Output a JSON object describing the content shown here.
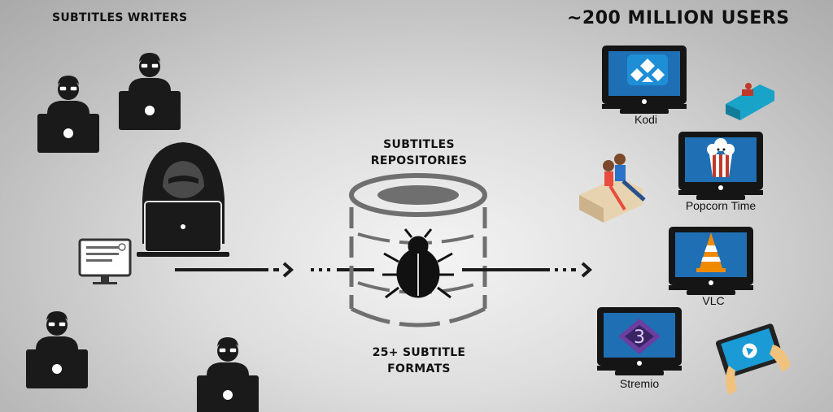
{
  "writers": {
    "title": "SUBTITLES WRITERS"
  },
  "repository": {
    "title_line1": "SUBTITLES",
    "title_line2": "REPOSITORIES",
    "formats_line1": "25+ SUBTITLE",
    "formats_line2": "FORMATS"
  },
  "users": {
    "title": "~200 MILLION USERS"
  },
  "apps": [
    {
      "label": "Kodi",
      "icon": "kodi-icon",
      "color": "#1e8fd6"
    },
    {
      "label": "Popcorn Time",
      "icon": "popcorn-icon",
      "color": "#c0392b"
    },
    {
      "label": "VLC",
      "icon": "vlc-cone-icon",
      "color": "#f08a00"
    },
    {
      "label": "Stremio",
      "icon": "stremio-icon",
      "color": "#6a3fa0"
    }
  ],
  "colors": {
    "dark": "#1a1a1a",
    "screen_blue": "#1f6fb5",
    "repo_gray": "#6f6f6f"
  }
}
